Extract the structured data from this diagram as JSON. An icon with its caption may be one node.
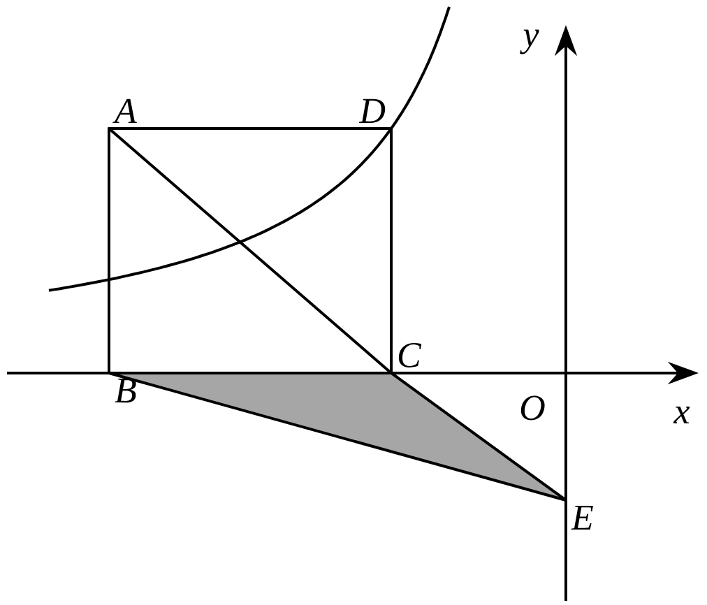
{
  "diagram": {
    "nodes": [
      {
        "text": [
          "A"
        ]
      },
      {
        "text": [
          "D"
        ]
      },
      {
        "text": [
          "B"
        ]
      },
      {
        "text": [
          "C"
        ]
      },
      {
        "text": [
          "E"
        ]
      }
    ],
    "edges": [
      {
        "from": 0,
        "to": 1,
        "arrow": "none"
      },
      {
        "from": 0,
        "to": 2,
        "arrow": "none"
      },
      {
        "from": 1,
        "to": 3,
        "arrow": "none"
      },
      {
        "from": 0,
        "to": 3,
        "arrow": "none"
      },
      {
        "from": 2,
        "to": 3,
        "arrow": "none"
      },
      {
        "from": 2,
        "to": 4,
        "arrow": "none"
      },
      {
        "from": 3,
        "to": 4,
        "arrow": "none"
      }
    ],
    "labels": [
      "O",
      "x",
      "y"
    ]
  }
}
